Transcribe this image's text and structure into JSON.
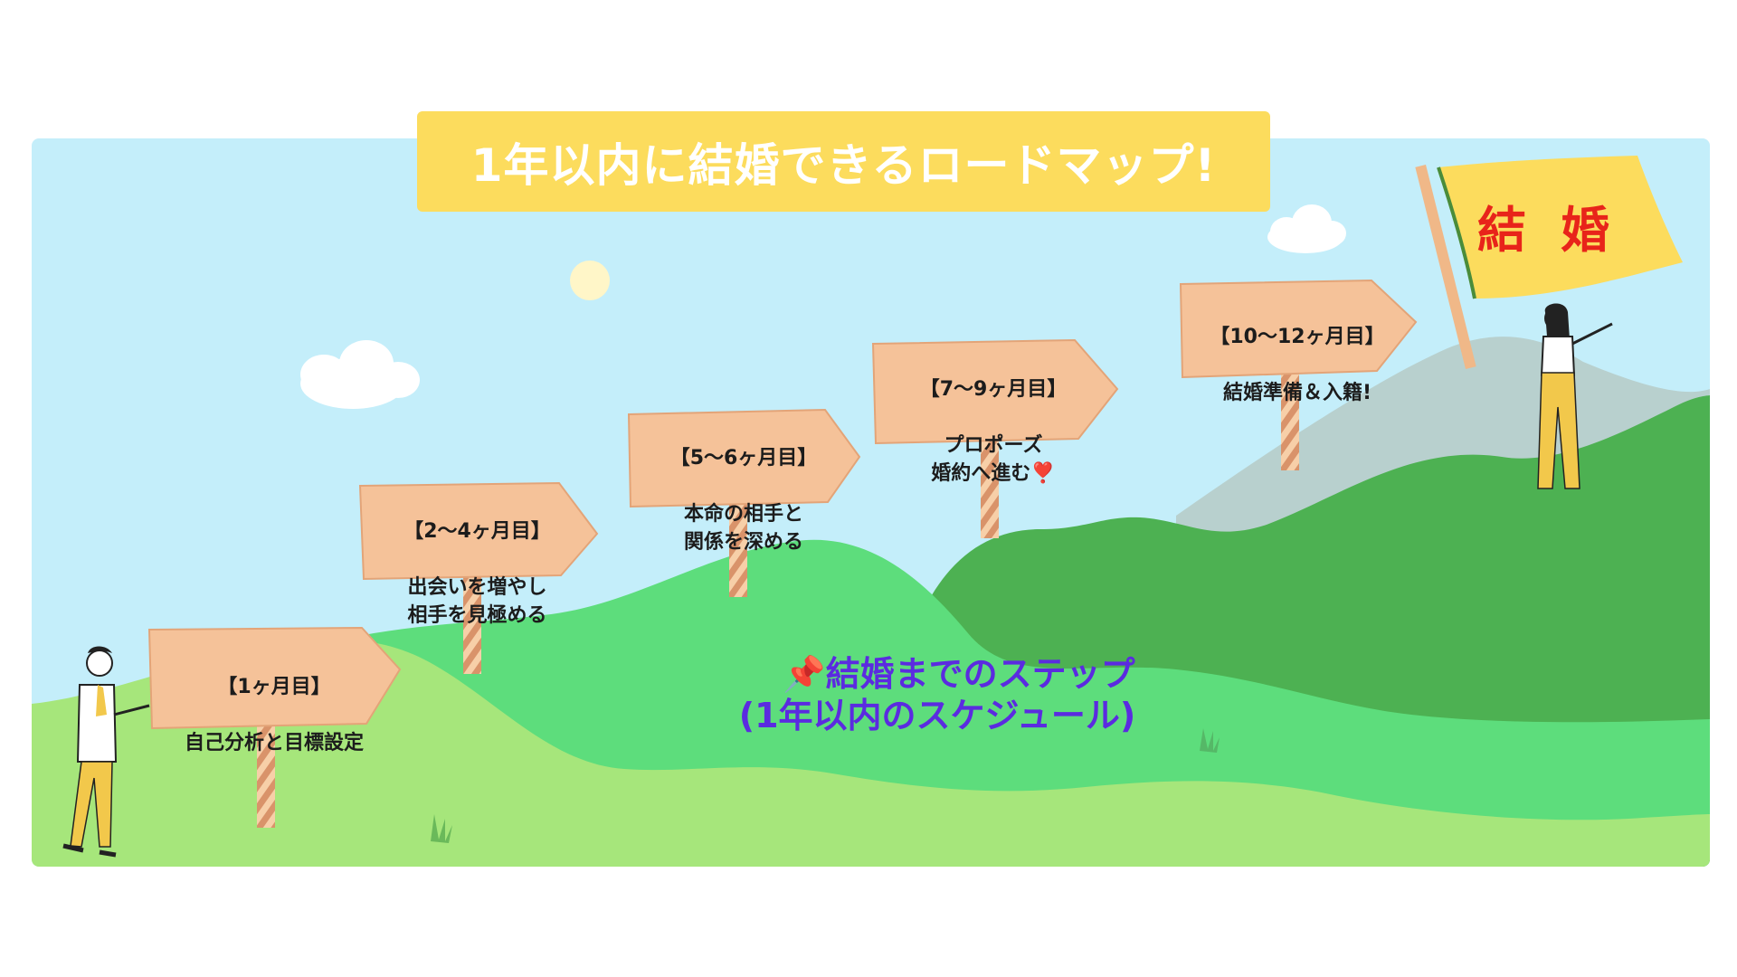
{
  "title": "1年以内に結婚できるロードマップ!",
  "flag": {
    "text": "結婚"
  },
  "signs": [
    {
      "period": "【1ヶ月目】",
      "text": "自己分析と目標設定"
    },
    {
      "period": "【2〜4ヶ月目】",
      "text": "出会いを増やし\n相手を見極める"
    },
    {
      "period": "【5〜6ヶ月目】",
      "text": "本命の相手と\n関係を深める"
    },
    {
      "period": "【7〜9ヶ月目】",
      "text": "プロポーズ\n婚約へ進む❣️"
    },
    {
      "period": "【10〜12ヶ月目】",
      "text": "結婚準備＆入籍!"
    }
  ],
  "center_caption": {
    "line1": "📌結婚までのステップ",
    "line2": "(1年以内のスケジュール)"
  },
  "colors": {
    "sky": "#c4eefa",
    "title_bg": "#fcdc5d",
    "sign": "#f5c299",
    "hill_light": "#a6e67b",
    "hill_mid": "#5ddd7c",
    "hill_dark": "#4db152",
    "mountain_grey": "#b8d0ce",
    "flag": "#fcdc5d",
    "flag_text": "#e8241a",
    "caption_text": "#5b2be0"
  }
}
